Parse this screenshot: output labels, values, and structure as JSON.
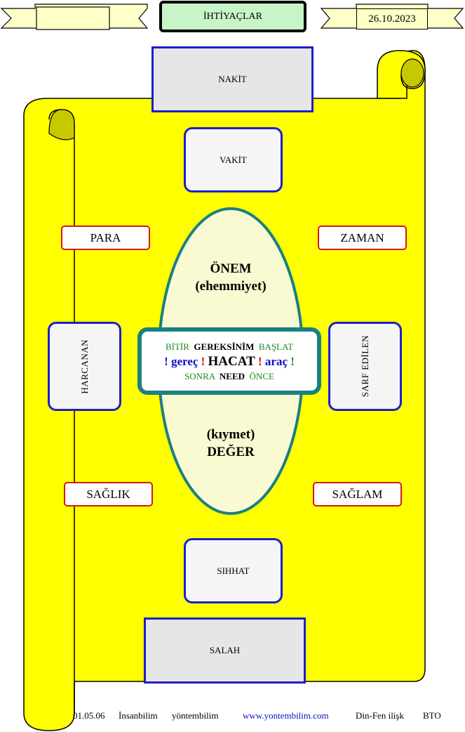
{
  "header": {
    "title": "İHTİYAÇLAR",
    "date": "26.10.2023",
    "left_ribbon_label": ""
  },
  "boxes": {
    "nakit": "NAKİT",
    "vakit": "VAKİT",
    "para": "PARA",
    "zaman": "ZAMAN",
    "harcanan": "HARCANAN",
    "sarf_edilen": "SARF EDİLEN",
    "saglik": "SAĞLIK",
    "saglam": "SAĞLAM",
    "sihhat": "SIHHAT",
    "salah": "SALAH"
  },
  "ellipse": {
    "top_line1": "ÖNEM",
    "top_line2": "(ehemmiyet)",
    "bottom_line1": "(kıymet)",
    "bottom_line2": "DEĞER"
  },
  "center": {
    "bitir": "BİTİR",
    "gereksinim": "GEREKSİNİM",
    "baslat": "BAŞLAT",
    "excl": "!",
    "gerec": "gereç",
    "hacat": "HACAT",
    "arac": "araç",
    "sonra": "SONRA",
    "need": "NEED",
    "once": "ÖNCE"
  },
  "footer": {
    "date": "01.05.06",
    "insanbilim": "İnsanbilim",
    "yontembilim": "yöntembilim",
    "website": "www.yontembilim.com",
    "dinfen": "Din-Fen ilişk",
    "bto": "BTO"
  },
  "colors": {
    "scroll_yellow": "#ffff00",
    "scroll_shadow": "#c8c800",
    "ellipse_fill": "#fafad2",
    "teal": "#1a8080",
    "blue_border": "#1f1fc8",
    "red_border": "#d41a1a",
    "title_fill": "#c8f5c8"
  }
}
